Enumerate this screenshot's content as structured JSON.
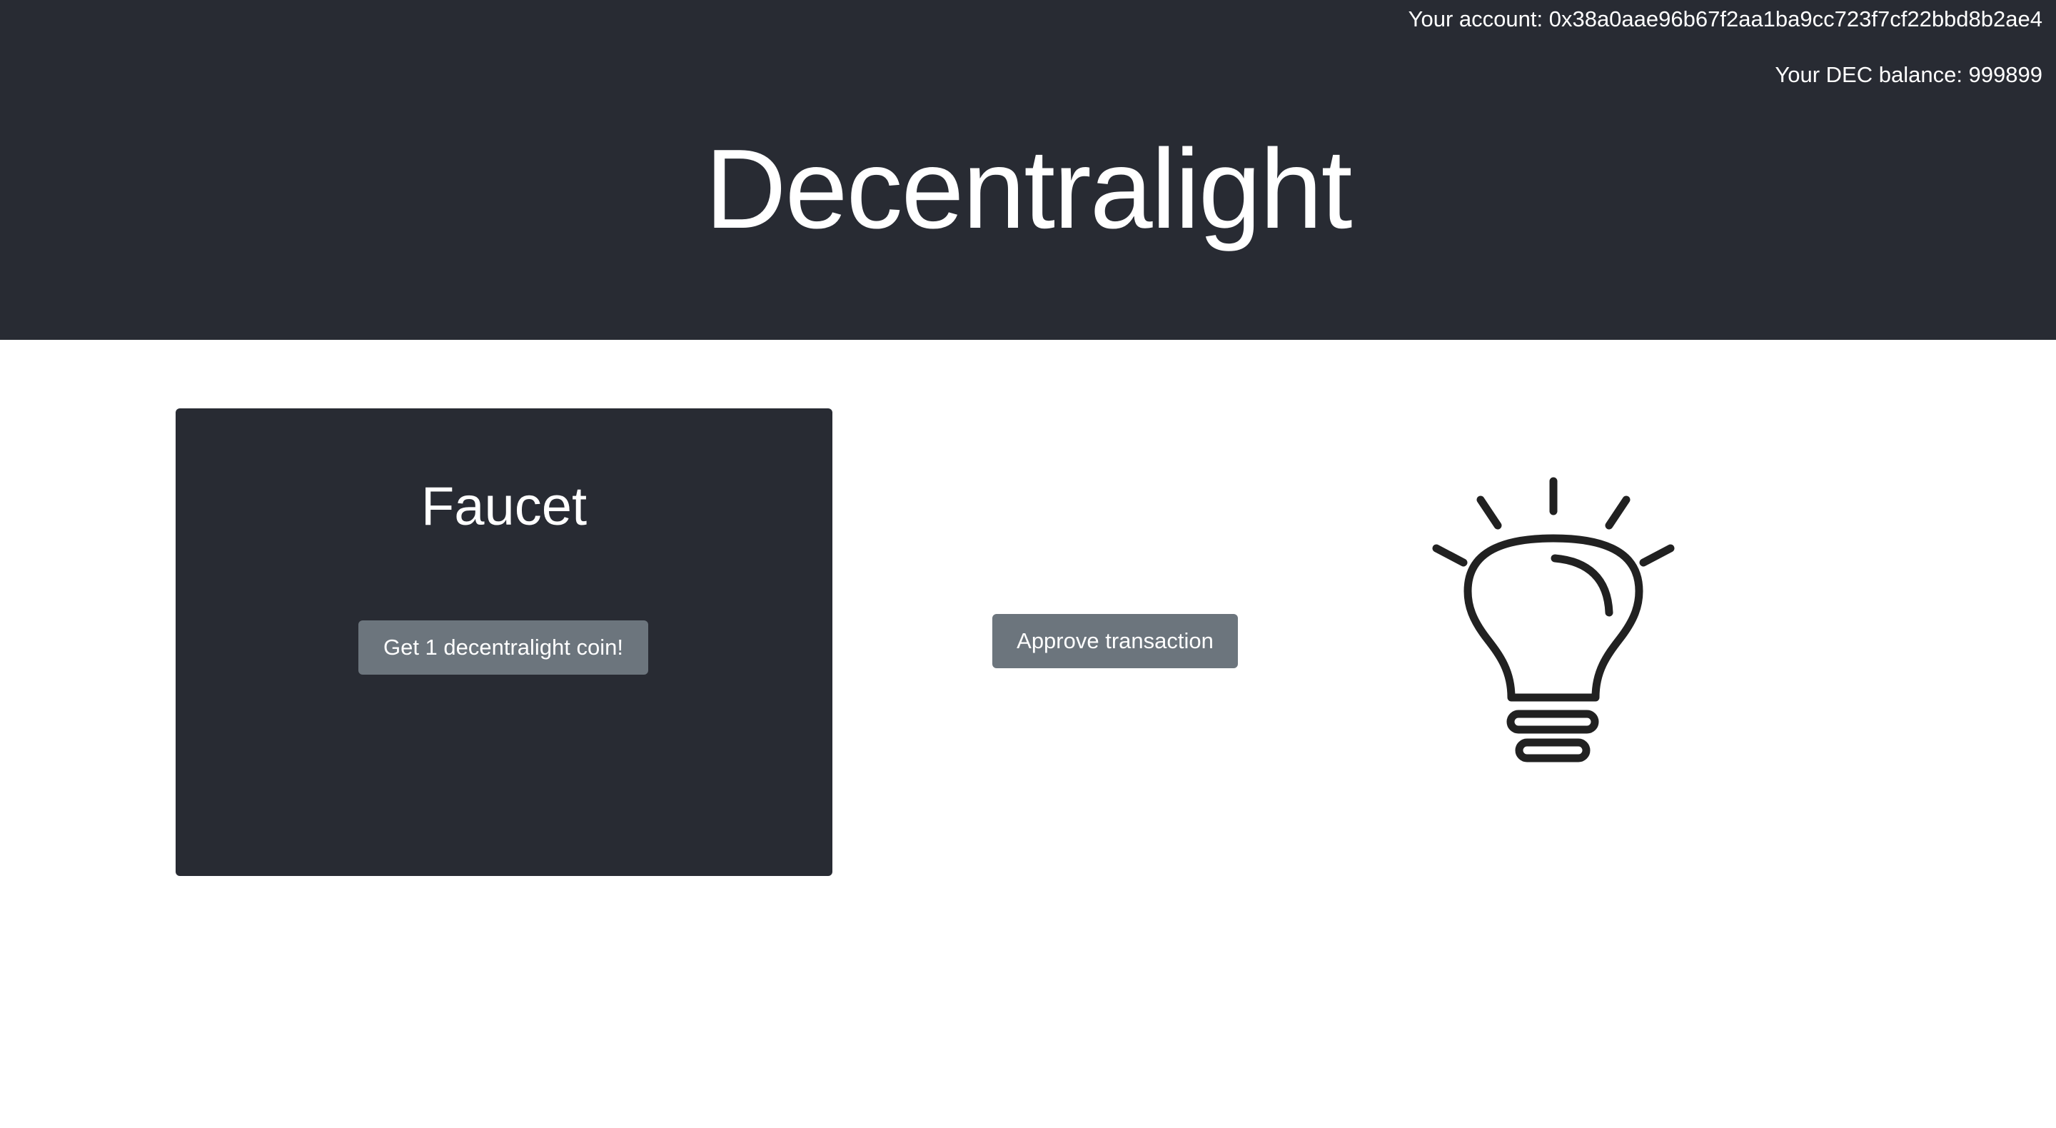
{
  "header": {
    "account_line": "Your account: 0x38a0aae96b67f2aa1ba9cc723f7cf22bbd8b2ae4",
    "balance_line": "Your DEC balance: 999899",
    "title": "Decentralight"
  },
  "faucet": {
    "title": "Faucet",
    "button_label": "Get 1 decentralight coin!"
  },
  "actions": {
    "approve_label": "Approve transaction"
  },
  "icons": {
    "light": "lightbulb-icon"
  },
  "colors": {
    "dark_panel": "#282b33",
    "button": "#6c757d",
    "text_light": "#ffffff",
    "icon_stroke": "#212121"
  }
}
